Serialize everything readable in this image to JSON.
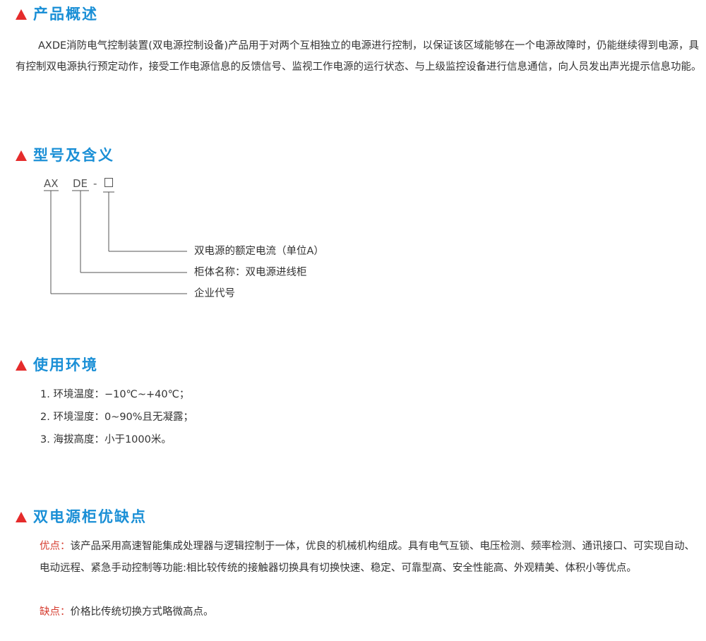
{
  "sections": {
    "overview": {
      "title": "产品概述",
      "text": "AXDE消防电气控制装置(双电源控制设备)产品用于对两个互相独立的电源进行控制，以保证该区域能够在一个电源故障时，仍能继续得到电源，具有控制双电源执行预定动作，接受工作电源信息的反馈信号、监视工作电源的运行状态、与上级监控设备进行信息通信，向人员发出声光提示信息功能。"
    },
    "model": {
      "title": "型号及含义",
      "code_ax": "AX",
      "code_de": "DE",
      "code_dash": "-",
      "meanings": [
        "双电源的额定电流（单位A）",
        "柜体名称：双电源进线柜",
        "企业代号"
      ]
    },
    "environment": {
      "title": "使用环境",
      "items": [
        "1. 环境温度：−10℃~+40℃；",
        "2. 环境湿度：0~90%且无凝露；",
        "3. 海拔高度：小于1000米。"
      ]
    },
    "procons": {
      "title": "双电源柜优缺点",
      "pros_label": "优点：",
      "pros_text": "该产品采用高速智能集成处理器与逻辑控制于一体，优良的机械机构组成。具有电气互锁、电压检测、频率检测、通讯接口、可实现自动、电动远程、紧急手动控制等功能:相比较传统的接触器切换具有切换快速、稳定、可靠型高、安全性能高、外观精美、体积小等优点。",
      "cons_label": "缺点：",
      "cons_text": "价格比传统切换方式略微高点。"
    }
  },
  "colors": {
    "title_blue": "#1a8fd6",
    "triangle_red": "#e52b2b",
    "label_red": "#d63c2f",
    "body_text": "#333333"
  }
}
